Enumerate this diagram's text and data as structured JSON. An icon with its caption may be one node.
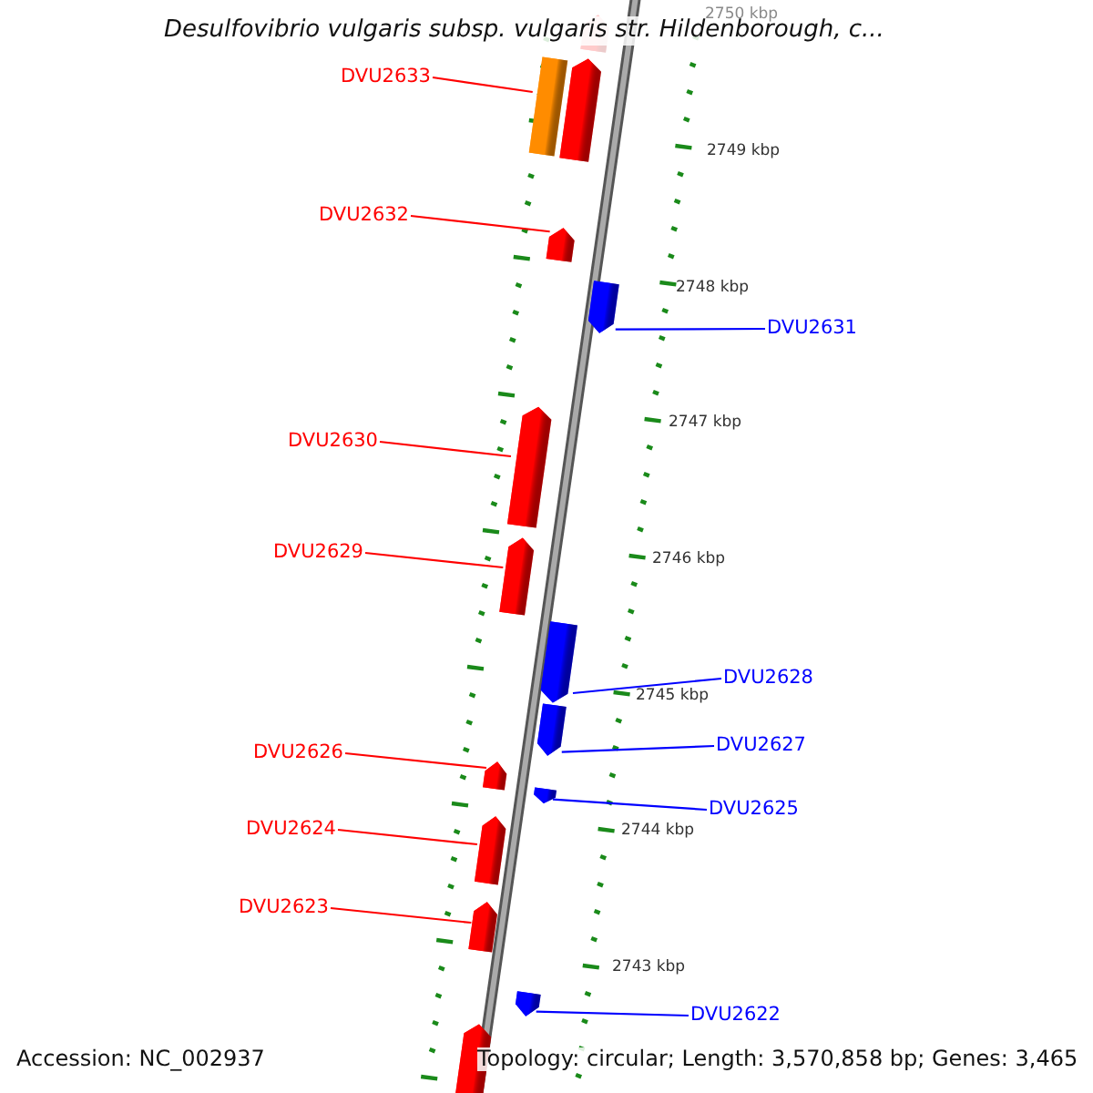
{
  "diagram": {
    "title": "Desulfovibrio vulgaris subsp. vulgaris str. Hildenborough, c...",
    "nodes": [
      {
        "text": [],
        "shape": "pentagon"
      },
      {
        "text": [
          "DVU2633"
        ]
      },
      {
        "text": [],
        "shape": "box"
      },
      {
        "text": [],
        "shape": "pentagon"
      },
      {
        "text": [
          "DVU2632"
        ]
      },
      {
        "text": [],
        "shape": "pentagon"
      },
      {
        "text": [],
        "shape": "pentagon"
      },
      {
        "text": [
          "DVU2631"
        ]
      },
      {
        "text": [
          "DVU2630"
        ]
      },
      {
        "text": [],
        "shape": "pentagon"
      },
      {
        "text": [
          "DVU2629"
        ]
      },
      {
        "text": [],
        "shape": "pentagon"
      },
      {
        "text": [],
        "shape": "pentagon"
      },
      {
        "text": [
          "DVU2628"
        ]
      },
      {
        "text": [],
        "shape": "pentagon"
      },
      {
        "text": [
          "DVU2627"
        ]
      },
      {
        "text": [
          "DVU2626"
        ]
      },
      {
        "text": [],
        "shape": "pentagon"
      },
      {
        "text": [],
        "shape": "pentagon"
      },
      {
        "text": [
          "DVU2625"
        ]
      },
      {
        "text": [
          "DVU2624"
        ]
      },
      {
        "text": [],
        "shape": "pentagon"
      },
      {
        "text": [
          "DVU2623"
        ]
      },
      {
        "text": [],
        "shape": "pentagon"
      },
      {
        "text": [],
        "shape": "pentagon"
      },
      {
        "text": [
          "DVU2622"
        ]
      },
      {
        "text": [],
        "shape": "pentagon"
      }
    ],
    "edges": [
      {
        "from": 1,
        "to": 2,
        "arrow": "none"
      },
      {
        "from": 4,
        "to": 5,
        "arrow": "none"
      },
      {
        "from": 7,
        "to": 6,
        "arrow": "none",
        "color": "#0000ff"
      },
      {
        "from": 8,
        "to": 9,
        "arrow": "none"
      },
      {
        "from": 10,
        "to": 11,
        "arrow": "none"
      },
      {
        "from": 13,
        "to": 12,
        "arrow": "none",
        "color": "#0000ff"
      },
      {
        "from": 15,
        "to": 14,
        "arrow": "none",
        "color": "#0000ff"
      },
      {
        "from": 16,
        "to": 17,
        "arrow": "none"
      },
      {
        "from": 19,
        "to": 18,
        "arrow": "none",
        "color": "#0000ff"
      },
      {
        "from": 20,
        "to": 21,
        "arrow": "none"
      },
      {
        "from": 22,
        "to": 23,
        "arrow": "none"
      },
      {
        "from": 25,
        "to": 24,
        "arrow": "none",
        "color": "#0000ff"
      }
    ],
    "labels": [
      "2750 kbp",
      "2749 kbp",
      "2748 kbp",
      "2747 kbp",
      "2746 kbp",
      "2745 kbp",
      "2744 kbp",
      "2743 kbp",
      "Accession: NC_002937",
      "Topology: circular; Length: 3,570,858 bp; Genes: 3,465"
    ]
  }
}
